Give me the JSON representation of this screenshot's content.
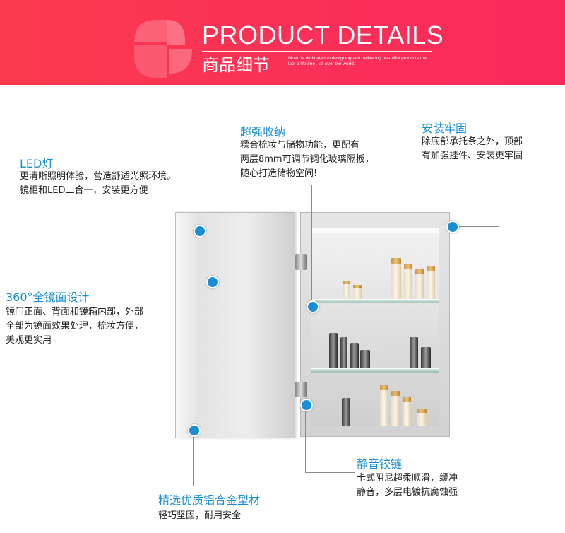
{
  "banner": {
    "title": "PRODUCT DETAILS",
    "subtitle": "商品细节",
    "note": "Moen is dedicated to designing and delivering beautiful products that last a lifetime - all over the world."
  },
  "features": {
    "led": {
      "title": "LED灯",
      "lines": [
        "更清晰照明体验，营造舒适光照环境。",
        "镜柜和LED二合一，安装更方便"
      ]
    },
    "storage": {
      "title": "超强收纳",
      "lines": [
        "糅合梳妆与储物功能，更配有",
        "两层8mm可调节钢化玻璃隔板，",
        "随心打造储物空间!"
      ]
    },
    "install": {
      "title": "安装牢固",
      "lines": [
        "除底部承托条之外，顶部",
        "有加强挂件、安装更牢固"
      ]
    },
    "mirror": {
      "title": "360°全镜面设计",
      "lines": [
        "镜门正面、背面和镜箱内部，外部",
        "全部为镜面效果处理，梳妆方便，",
        "美观更实用"
      ]
    },
    "hinge": {
      "title": "静音铰链",
      "lines": [
        "卡式阻尼超柔顺滑，缓冲",
        "静音，多层电镀抗腐蚀强"
      ]
    },
    "aluminum": {
      "title": "精选优质铝合金型材",
      "lines": [
        "轻巧坚固，耐用安全"
      ]
    }
  },
  "colors": {
    "banner": "#fa2f57",
    "accent": "#1a8fd6",
    "line": "#8a8a8a"
  }
}
